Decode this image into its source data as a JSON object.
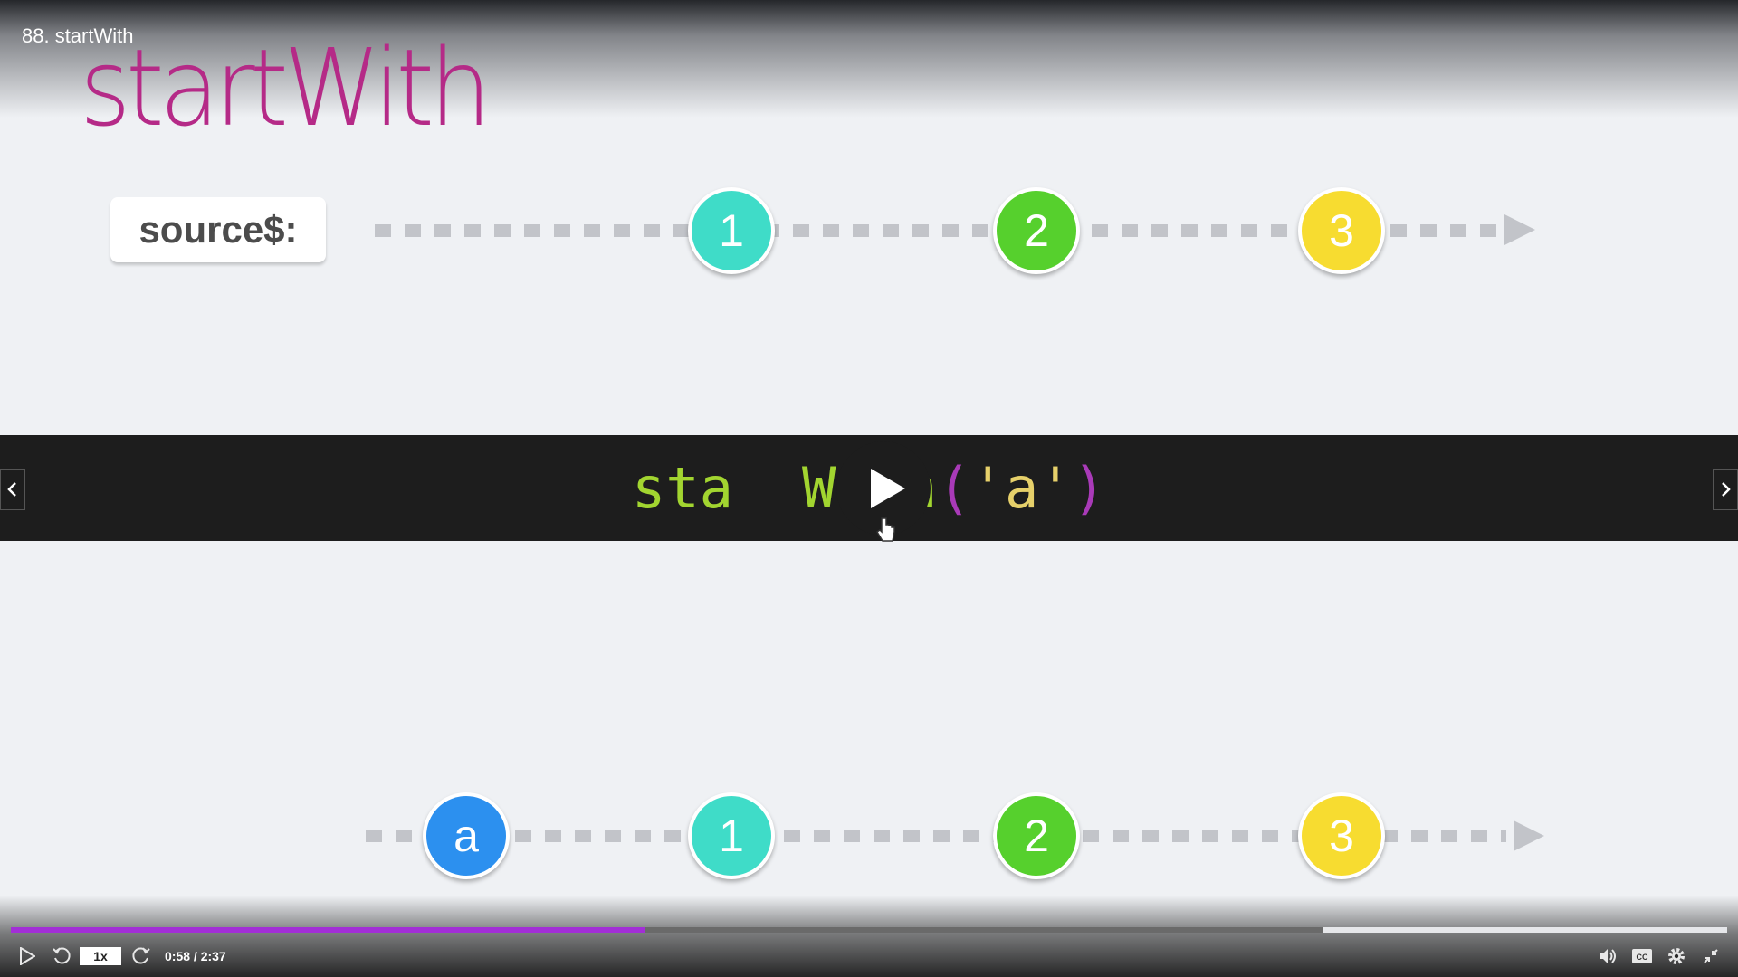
{
  "video": {
    "lesson_title": "88. startWith",
    "operator_title": "startWith",
    "source_label": "source$:",
    "code": {
      "fn_part1": "sta",
      "fn_part2": "With",
      "open_paren": "(",
      "arg": "'a'",
      "close_paren": ")"
    },
    "source_marbles": [
      {
        "label": "1",
        "color": "#3fdcc8"
      },
      {
        "label": "2",
        "color": "#56d02d"
      },
      {
        "label": "3",
        "color": "#f7dc30"
      }
    ],
    "result_marbles": [
      {
        "label": "a",
        "color": "#2c90ef"
      },
      {
        "label": "1",
        "color": "#3fdcc8"
      },
      {
        "label": "2",
        "color": "#56d02d"
      },
      {
        "label": "3",
        "color": "#f7dc30"
      }
    ]
  },
  "player": {
    "speed": "1x",
    "time": "0:58 / 2:37",
    "progress_played_fraction": 0.3696,
    "progress_buffered_fraction": 0.7642,
    "accent_color": "#a22ed6",
    "icons": {
      "play": "play-icon",
      "rewind": "rewind-icon",
      "forward": "forward-icon",
      "volume": "volume-icon",
      "captions": "captions-icon",
      "settings": "gear-icon",
      "exit_fullscreen": "exit-fullscreen-icon",
      "prev": "chevron-left-icon",
      "next": "chevron-right-icon"
    }
  }
}
